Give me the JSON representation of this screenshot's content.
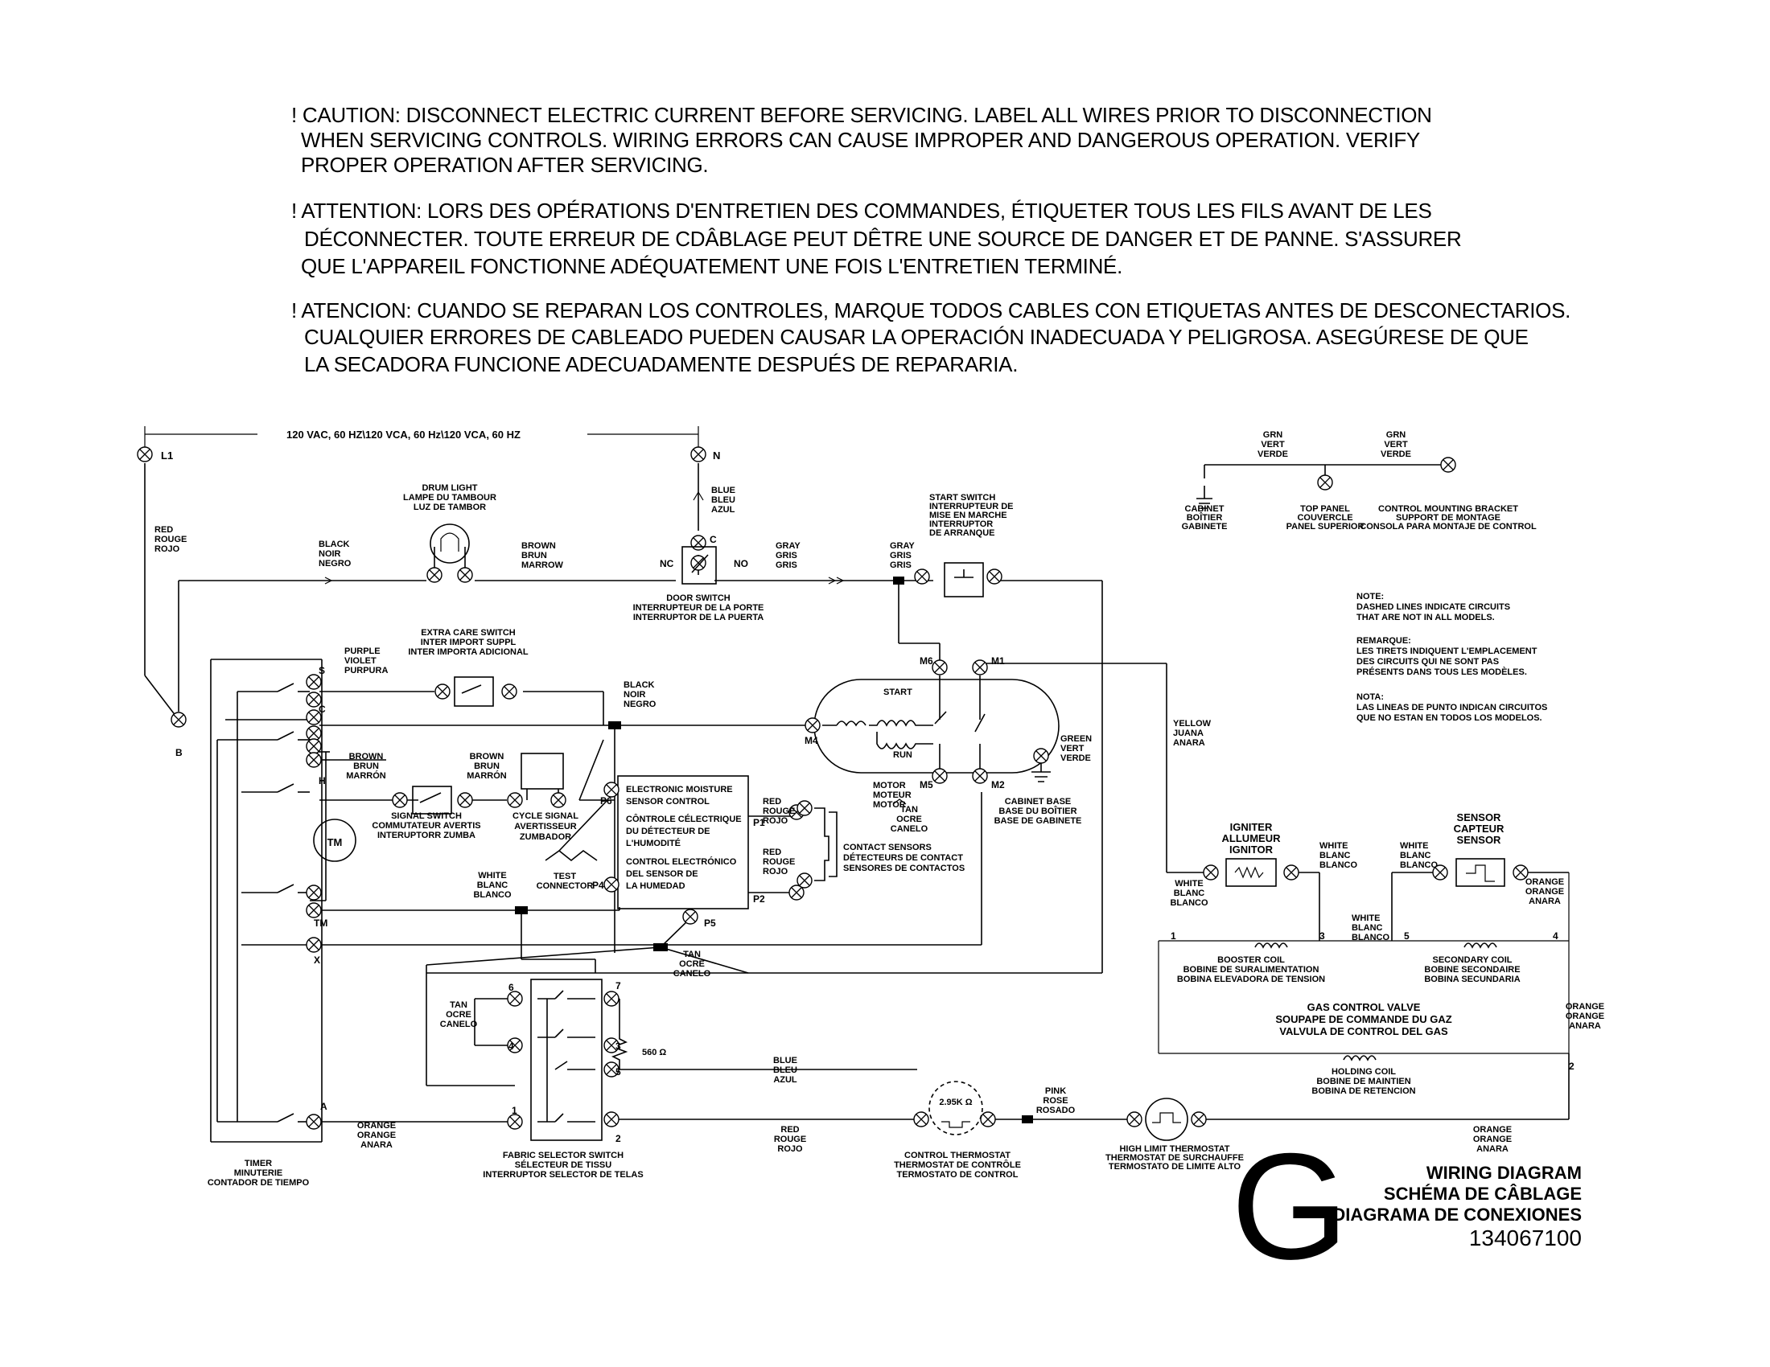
{
  "caution": {
    "en": [
      "! CAUTION: DISCONNECT ELECTRIC CURRENT BEFORE SERVICING. LABEL ALL WIRES PRIOR TO DISCONNECTION",
      "WHEN SERVICING CONTROLS. WIRING ERRORS CAN CAUSE IMPROPER AND DANGEROUS OPERATION. VERIFY",
      "PROPER OPERATION AFTER SERVICING."
    ],
    "fr": [
      "! ATTENTION: LORS DES OPÉRATIONS D'ENTRETIEN DES COMMANDES, ÉTIQUETER TOUS LES FILS AVANT DE LES",
      "DÉCONNECTER. TOUTE ERREUR DE CDÂBLAGE PEUT DÊTRE UNE SOURCE DE DANGER ET DE PANNE. S'ASSURER",
      "QUE L'APPAREIL FONCTIONNE ADÉQUATEMENT UNE FOIS L'ENTRETIEN TERMINÉ."
    ],
    "es": [
      "! ATENCION: CUANDO SE REPARAN LOS CONTROLES, MARQUE TODOS CABLES CON ETIQUETAS ANTES DE DESCONECTARIOS.",
      "CUALQUIER ERRORES DE CABLEADO PUEDEN CAUSAR LA OPERACIÓN INADECUADA Y PELIGROSA. ASEGÚRESE DE QUE",
      "LA SECADORA FUNCIONE ADECUADAMENTE DESPUÉS DE REPARARIA."
    ]
  },
  "supply": {
    "voltage": "120 VAC, 60 HZ\\120 VCA, 60 Hz\\120 VCA, 60 HZ",
    "l1": "L1",
    "n": "N"
  },
  "ground": {
    "grn1": [
      "GRN",
      "VERT",
      "VERDE"
    ],
    "grn2": [
      "GRN",
      "VERT",
      "VERDE"
    ],
    "cabinet": [
      "CABINET",
      "BOÎTIER",
      "GABINETE"
    ],
    "top_panel": [
      "TOP PANEL",
      "COUVERCLE",
      "PANEL SUPERIOR"
    ],
    "bracket": [
      "CONTROL MOUNTING BRACKET",
      "SUPPORT DE MONTAGE",
      "CONSOLA PARA MONTAJE DE CONTROL"
    ]
  },
  "note": {
    "note": [
      "NOTE:",
      "DASHED LINES INDICATE CIRCUITS",
      "THAT ARE NOT IN ALL MODELS."
    ],
    "remarque": [
      "REMARQUE:",
      "LES TIRETS INDIQUENT L'EMPLACEMENT",
      "DES CIRCUITS QUI NE SONT PAS",
      "PRÉSENTS DANS TOUS LES MODÈLES."
    ],
    "nota": [
      "NOTA:",
      "LAS LINEAS DE PUNTO INDICAN CIRCUITOS",
      "QUE NO ESTAN EN TODOS LOS MODELOS."
    ]
  },
  "components": {
    "drum_light": [
      "DRUM LIGHT",
      "LAMPE DU TAMBOUR",
      "LUZ DE TAMBOR"
    ],
    "door_switch": [
      "DOOR SWITCH",
      "INTERRUPTEUR DE LA PORTE",
      "INTERRUPTOR DE LA PUERTA"
    ],
    "start_switch": [
      "START SWITCH",
      "INTERRUPTEUR DE",
      "MISE EN MARCHE",
      "INTERRUPTOR",
      "DE ARRANQUE"
    ],
    "extra_care": [
      "EXTRA CARE SWITCH",
      "INTER IMPORT SUPPL",
      "INTER IMPORTA ADICIONAL"
    ],
    "moisture": [
      "ELECTRONIC MOISTURE",
      "SENSOR CONTROL",
      "CÔNTROLE CÉLECTRIQUE",
      "DU DÉTECTEUR DE",
      "L'HUMODITÉ",
      "CONTROL ELECTRÓNICO",
      "DEL SENSOR DE",
      "LA HUMEDAD"
    ],
    "contact_sensors": [
      "CONTACT SENSORS",
      "DÉTECTEURS DE CONTACT",
      "SENSORES DE CONTACTOS"
    ],
    "signal_switch": [
      "SIGNAL SWITCH",
      "COMMUTATEUR AVERTIS",
      "INTERUPTORR ZUMBA"
    ],
    "cycle_signal": [
      "CYCLE SIGNAL",
      "AVERTISSEUR",
      "ZUMBADOR"
    ],
    "test_connector": [
      "TEST",
      "CONNECTOR"
    ],
    "motor": [
      "MOTOR",
      "MOTEUR",
      "MOTOR"
    ],
    "motor_start": "START",
    "motor_run": "RUN",
    "cabinet_base": [
      "CABINET BASE",
      "BASE DU BOÎTIER",
      "BASE DE GABINETE"
    ],
    "timer": [
      "TIMER",
      "MINUTERIE",
      "CONTADOR DE TIEMPO"
    ],
    "timer_motor": "TM",
    "fabric_selector": [
      "FABRIC SELECTOR SWITCH",
      "SÉLECTEUR DE TISSU",
      "INTERRUPTOR SELECTOR DE TELAS"
    ],
    "resistor": "560 Ω",
    "control_thermostat": [
      "CONTROL THERMOSTAT",
      "THERMOSTAT DE CONTRÔLE",
      "TERMOSTATO DE CONTROL"
    ],
    "thermostat_value": "2.95K Ω",
    "high_limit": [
      "HIGH LIMIT THERMOSTAT",
      "THERMOSTAT DE SURCHAUFFE",
      "TERMOSTATO DE LIMITE ALTO"
    ],
    "igniter": [
      "IGNITER",
      "ALLUMEUR",
      "IGNITOR"
    ],
    "sensor": [
      "SENSOR",
      "CAPTEUR",
      "SENSOR"
    ],
    "booster_coil": [
      "BOOSTER COIL",
      "BOBINE DE SURALIMENTATION",
      "BOBINA ELEVADORA DE TENSION"
    ],
    "secondary_coil": [
      "SECONDARY COIL",
      "BOBINE SECONDAIRE",
      "BOBINA SECUNDARIA"
    ],
    "gas_valve": [
      "GAS CONTROL VALVE",
      "SOUPAPE DE COMMANDE DU GAZ",
      "VALVULA DE CONTROL DEL GAS"
    ],
    "holding_coil": [
      "HOLDING COIL",
      "BOBINE DE MAINTIEN",
      "BOBINA DE RETENCION"
    ]
  },
  "wires": {
    "red": [
      "RED",
      "ROUGE",
      "ROJO"
    ],
    "black": [
      "BLACK",
      "NOIR",
      "NEGRO"
    ],
    "brown": [
      "BROWN",
      "BRUN",
      "MARROW"
    ],
    "blue": [
      "BLUE",
      "BLEU",
      "AZUL"
    ],
    "gray": [
      "GRAY",
      "GRIS",
      "GRIS"
    ],
    "purple": [
      "PURPLE",
      "VIOLET",
      "PURPURA"
    ],
    "brown2": [
      "BROWN",
      "BRUN",
      "MARRÓN"
    ],
    "white": [
      "WHITE",
      "BLANC",
      "BLANCO"
    ],
    "yellow": [
      "YELLOW",
      "JUANA",
      "ANARA"
    ],
    "green": [
      "GREEN",
      "VERT",
      "VERDE"
    ],
    "tan": [
      "TAN",
      "OCRE",
      "CANELO"
    ],
    "orange": [
      "ORANGE",
      "ORANGE",
      "ANARA"
    ],
    "pink": [
      "PINK",
      "ROSE",
      "ROSADO"
    ]
  },
  "pins": {
    "timer": [
      "S",
      "C",
      "H",
      "TM",
      "X",
      "A",
      "B"
    ],
    "door": [
      "C",
      "NC",
      "NO"
    ],
    "motor": [
      "M6",
      "M1",
      "M4",
      "M5",
      "M2"
    ],
    "moisture": [
      "P6",
      "P1",
      "P2",
      "P4",
      "P5"
    ],
    "selector": [
      "6",
      "7",
      "3",
      "5",
      "4",
      "1",
      "2"
    ],
    "gas": [
      "1",
      "3",
      "5",
      "4",
      "2"
    ]
  },
  "title_block": {
    "letter": "G",
    "lines": [
      "WIRING DIAGRAM",
      "SCHÉMA DE CÂBLAGE",
      "DIAGRAMA DE CONEXIONES",
      "134067100"
    ]
  }
}
